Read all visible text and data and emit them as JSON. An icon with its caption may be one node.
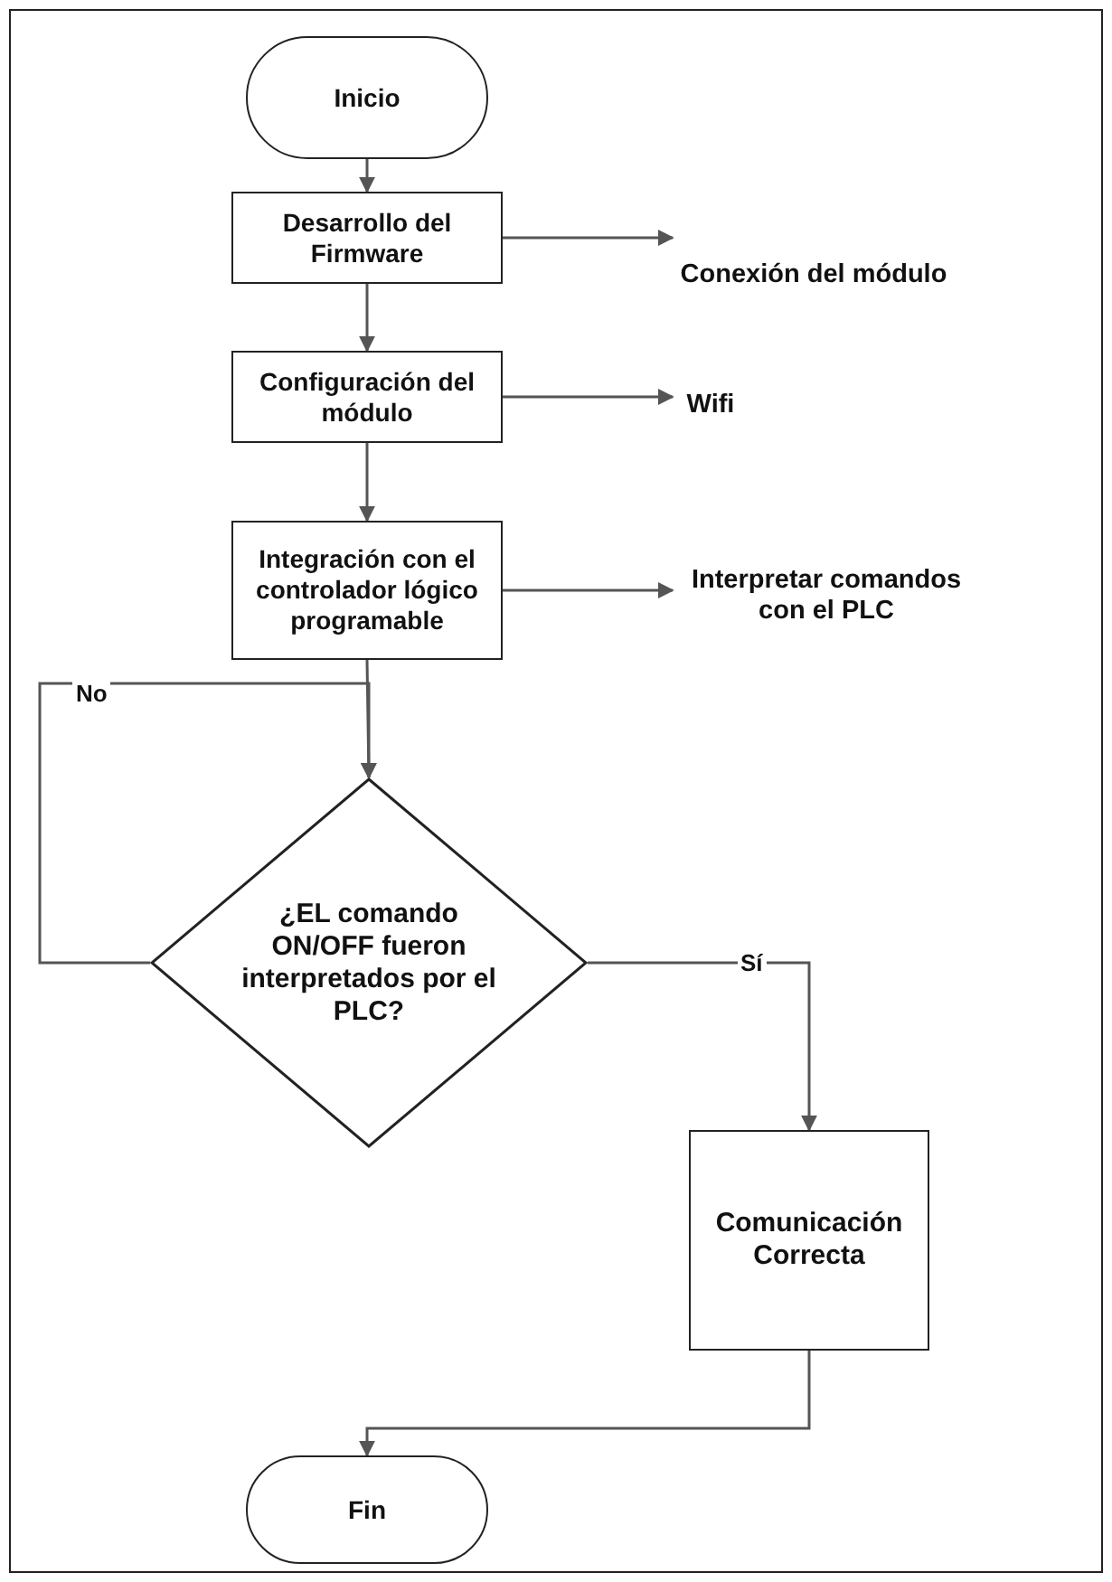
{
  "diagram": {
    "nodes": [
      {
        "text": [
          "Inicio"
        ]
      },
      {
        "text": [
          "Desarrollo del Firmware"
        ]
      },
      {
        "text": [
          "Conexión del módulo"
        ]
      },
      {
        "text": [
          "Configuración del módulo"
        ]
      },
      {
        "text": [
          "Wifi"
        ]
      },
      {
        "text": [
          "Integración con el controlador lógico programable"
        ]
      },
      {
        "text": [
          "Interpretar comandos con el PLC"
        ]
      },
      {
        "text": [
          "¿EL comando ON/OFF fueron interpretados por el PLC?"
        ]
      },
      {
        "text": [
          "Comunicación Correcta"
        ]
      },
      {
        "text": [
          "Fin"
        ]
      }
    ],
    "edges": [
      {
        "from": 0,
        "to": 1,
        "arrow": "to"
      },
      {
        "from": 1,
        "to": 2,
        "arrow": "to"
      },
      {
        "from": 1,
        "to": 3,
        "arrow": "to"
      },
      {
        "from": 3,
        "to": 4,
        "arrow": "to"
      },
      {
        "from": 3,
        "to": 5,
        "arrow": "to"
      },
      {
        "from": 5,
        "to": 6,
        "arrow": "to"
      },
      {
        "from": 5,
        "to": 7,
        "arrow": "to"
      },
      {
        "from": 7,
        "to": 7,
        "arrow": "to",
        "label": "No"
      },
      {
        "from": 7,
        "to": 8,
        "arrow": "to",
        "label": "Sí"
      },
      {
        "from": 8,
        "to": 9,
        "arrow": "to"
      }
    ]
  }
}
